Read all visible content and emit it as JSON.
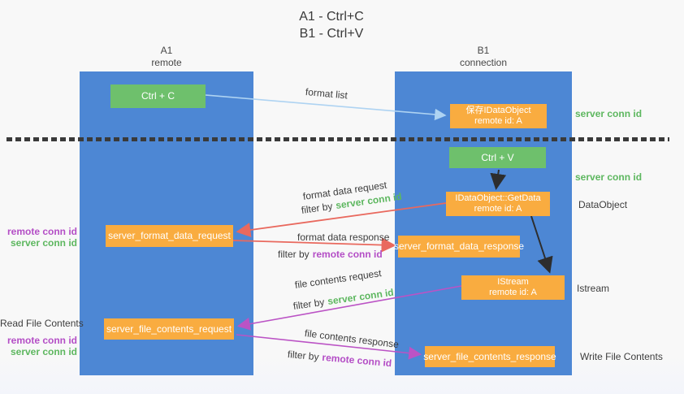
{
  "title": {
    "line1": "A1 - Ctrl+C",
    "line2": "B1 - Ctrl+V"
  },
  "columns": {
    "left": {
      "id": "A1",
      "role": "remote"
    },
    "right": {
      "id": "B1",
      "role": "connection"
    }
  },
  "nodes": {
    "ctrl_c": {
      "label": "Ctrl + C"
    },
    "save_dataobject": {
      "line1": "保存IDataObject",
      "line2": "remote id: A"
    },
    "ctrl_v": {
      "label": "Ctrl + V"
    },
    "getdata": {
      "line1": "IDataObject::GetData",
      "line2": "remote id: A"
    },
    "format_request": {
      "label": "server_format_data_request"
    },
    "format_response": {
      "label": "server_format_data_response"
    },
    "istream": {
      "line1": "IStream",
      "line2": "remote id: A"
    },
    "file_request": {
      "label": "server_file_contents_request"
    },
    "file_response": {
      "label": "server_file_contents_response"
    }
  },
  "side_labels": {
    "right_server_conn_top": "server conn id",
    "right_server_conn_mid": "server conn id",
    "dataobject": "DataObject",
    "istream": "Istream",
    "write_file": "Write File Contents",
    "left_remote_conn_top": "remote conn id",
    "left_server_conn_top": "server conn id",
    "read_file": "Read File Contents",
    "left_remote_conn_bottom": "remote conn id",
    "left_server_conn_bottom": "server conn id"
  },
  "flow_labels": {
    "format_list": "format list",
    "format_data_request": "format data request",
    "format_data_response": "format data response",
    "file_contents_request": "file contents request",
    "file_contents_response": "file contents response",
    "filter_by": "filter by",
    "server_conn_id": "server conn id",
    "remote_conn_id": "remote conn id"
  },
  "colors": {
    "column_blue": "#4d87d4",
    "box_green": "#6ec06c",
    "box_orange": "#f9ac40",
    "arrow_lightblue": "#aed3f2",
    "arrow_red": "#e9695e",
    "arrow_purple": "#bb53c5",
    "arrow_black": "#2d2d2d",
    "text_green": "#5db75f",
    "text_purple": "#b44ec6",
    "text_dark": "#3d3d3d"
  }
}
